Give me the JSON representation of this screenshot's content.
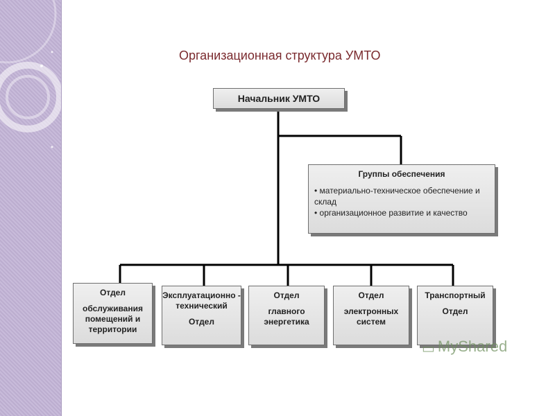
{
  "title": "Организационная структура УМТО",
  "head": {
    "label": "Начальник УМТО"
  },
  "groups": {
    "title": "Группы обеспечения",
    "items": [
      "• материально-техническое обеспечение и склад",
      "• организационное развитие и качество"
    ]
  },
  "departments": [
    {
      "line1": "Отдел",
      "line2": "обслуживания помещений и территории"
    },
    {
      "line1": "Эксплуатационно - технический",
      "line2": "Отдел"
    },
    {
      "line1": "Отдел",
      "line2": "главного энергетика"
    },
    {
      "line1": "Отдел",
      "line2": "электронных систем"
    },
    {
      "line1": "Транспортный",
      "line2": "Отдел"
    }
  ],
  "watermark": {
    "text": "MyShared",
    "icon": "presentation-icon"
  },
  "colors": {
    "band": "#c2b3d6",
    "title": "#7a2a2e",
    "box": "#e6e6e6",
    "line": "#000000"
  }
}
